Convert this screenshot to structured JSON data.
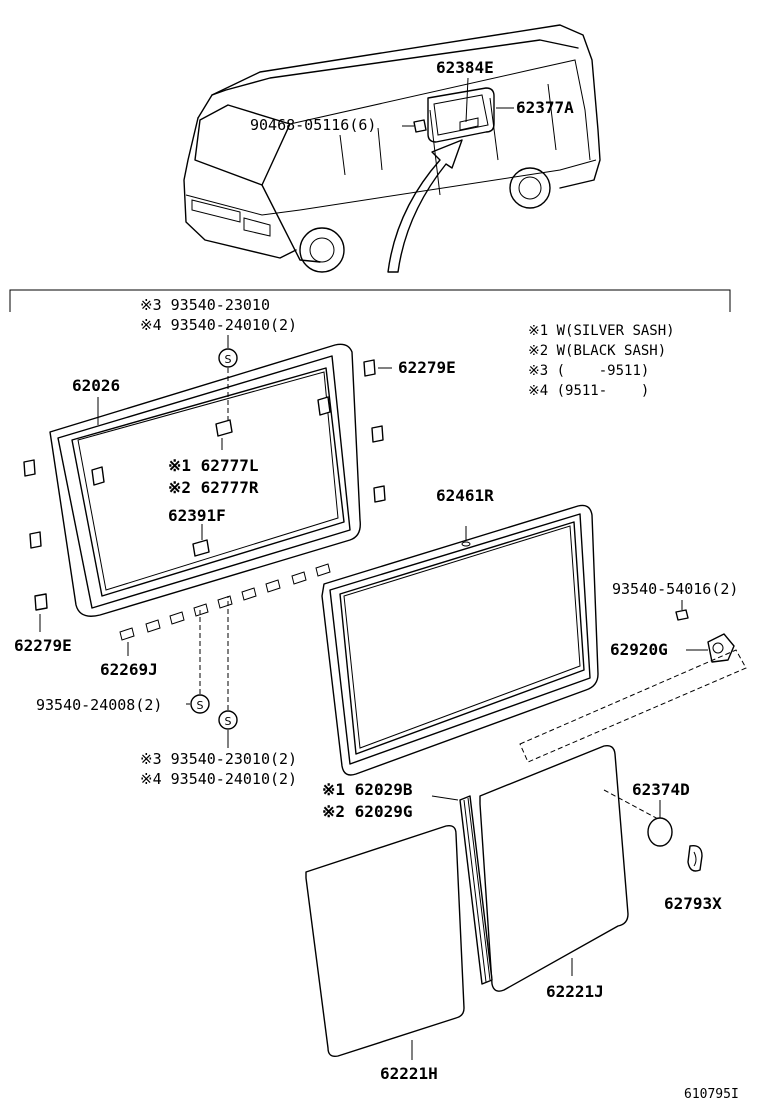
{
  "labels": {
    "p62384E": "62384E",
    "p62377A": "62377A",
    "p90468": "90468-05116(6)",
    "p62026": "62026",
    "p62279E_top": "62279E",
    "ref3_top": "※3 93540-23010",
    "ref4_top": "※4 93540-24010(2)",
    "p62777L": "※1 62777L",
    "p62777R": "※2 62777R",
    "p62391F": "62391F",
    "p62279E_bot": "62279E",
    "p62269J": "62269J",
    "p93540_24008": "93540-24008(2)",
    "ref3_bot": "※3 93540-23010(2)",
    "ref4_bot": "※4 93540-24010(2)",
    "p62461R": "62461R",
    "p93540_54016": "93540-54016(2)",
    "p62920G": "62920G",
    "p62029B": "※1 62029B",
    "p62029G": "※2 62029G",
    "p62374D": "62374D",
    "p62793X": "62793X",
    "p62221J": "62221J",
    "p62221H": "62221H",
    "footer_code": "610795I"
  },
  "legend": [
    "※1 W(SILVER SASH)",
    "※2 W(BLACK SASH)",
    "※3 (    -9511)",
    "※4 (9511-    )"
  ]
}
